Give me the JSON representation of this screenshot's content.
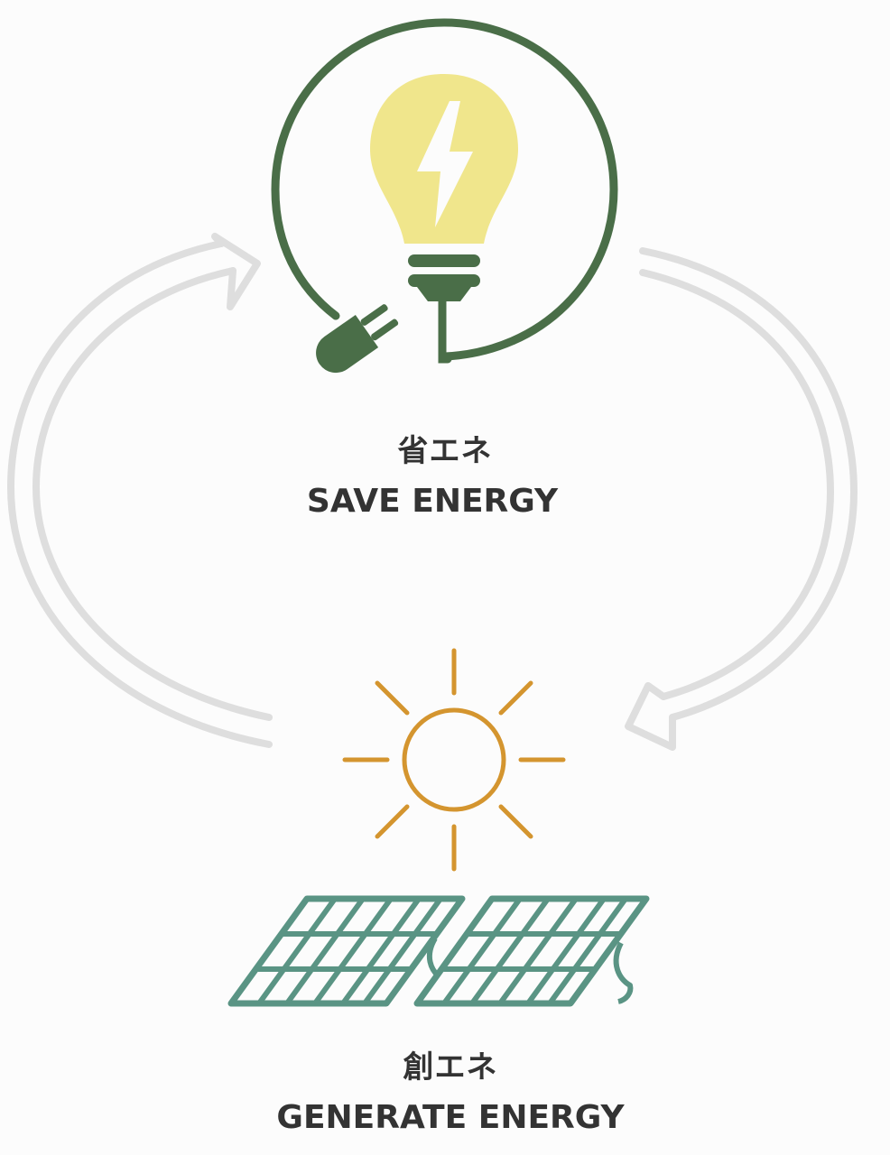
{
  "colors": {
    "background": "#fcfcfc",
    "arrow_outline": "#dedede",
    "bulb_fill": "#f0e68c",
    "cord_green": "#4a6e48",
    "sun_orange": "#d4952f",
    "panel_teal": "#5a9484",
    "text": "#333333"
  },
  "nodes": {
    "save": {
      "label_jp": "省エネ",
      "label_en": "SAVE ENERGY",
      "icon": "lightbulb-plug-icon"
    },
    "generate": {
      "label_jp": "創エネ",
      "label_en": "GENERATE ENERGY",
      "icon": "sun-solar-panel-icon"
    }
  },
  "cycle_arrows": [
    "arrow-left-up",
    "arrow-right-down"
  ]
}
